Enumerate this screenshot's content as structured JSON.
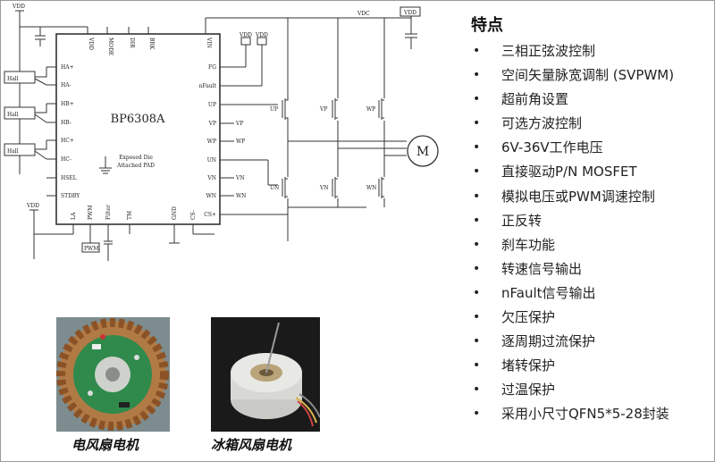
{
  "chip": {
    "name": "BP6308A",
    "pad_line1": "Exposed Die",
    "pad_line2": "Attached PAD",
    "left_pins": [
      "HA+",
      "HA-",
      "HB+",
      "HB-",
      "HC+",
      "HC-",
      "HSEL",
      "STDBY"
    ],
    "top_pins": [
      "VDD",
      "MODE",
      "DIR",
      "BRK",
      "VIN"
    ],
    "right_pins": [
      "FG",
      "nFault",
      "UP",
      "VP",
      "WP",
      "UN",
      "VN",
      "WN",
      "CS+"
    ],
    "bottom_pins": [
      "LA",
      "PWM",
      "Filter",
      "TM",
      "GND",
      "CS-"
    ]
  },
  "labels": {
    "vdd": "VDD",
    "vdc": "VDC",
    "hall": "Hall",
    "pwm": "PWM",
    "motor": "M",
    "right_nets": [
      "VP",
      "WP",
      "VN",
      "WN"
    ],
    "fet_labels": [
      "UP",
      "VP",
      "WP",
      "UN",
      "VN",
      "WN"
    ]
  },
  "features": {
    "title": "特点",
    "items": [
      "三相正弦波控制",
      "空间矢量脉宽调制 (SVPWM)",
      "超前角设置",
      "可选方波控制",
      "6V-36V工作电压",
      "直接驱动P/N MOSFET",
      "模拟电压或PWM调速控制",
      "正反转",
      "刹车功能",
      "转速信号输出",
      "nFault信号输出",
      "欠压保护",
      "逐周期过流保护",
      "堵转保护",
      "过温保护",
      "采用小尺寸QFN5*5-28封装"
    ]
  },
  "photos": {
    "left_caption": "电风扇电机",
    "right_caption": "冰箱风扇电机"
  }
}
